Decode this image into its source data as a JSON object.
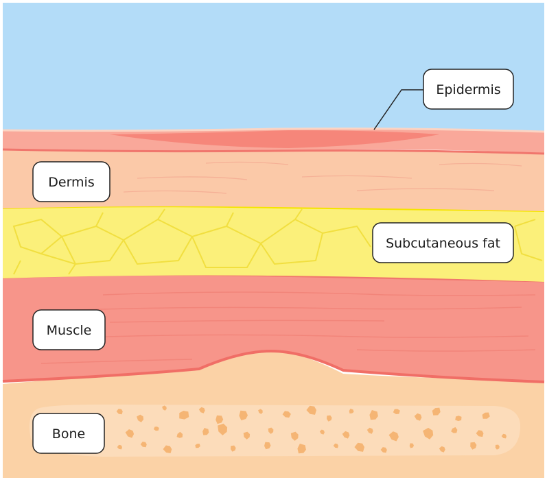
{
  "diagram": {
    "labels": {
      "epidermis": "Epidermis",
      "dermis": "Dermis",
      "subcutaneous_fat": "Subcutaneous fat",
      "muscle": "Muscle",
      "bone": "Bone"
    },
    "colors": {
      "sky": "#b3dcf8",
      "epidermis": "#f9a89a",
      "epidermis_highlight": "#f47b6f",
      "dermis": "#fbc9a8",
      "fat": "#fbf07a",
      "fat_border": "#f5e400",
      "muscle": "#f7958a",
      "muscle_border": "#f0766d",
      "bone_outer": "#fbd2a6",
      "bone_inner": "#fcdcba",
      "bone_spot": "#f5b574",
      "label_border": "#222222",
      "label_fill": "#ffffff"
    }
  }
}
